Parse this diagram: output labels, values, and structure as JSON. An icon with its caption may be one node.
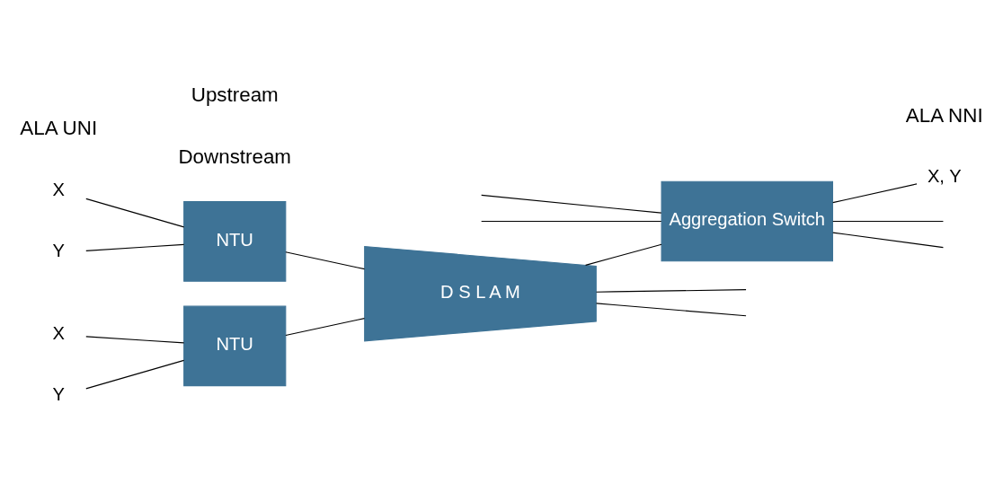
{
  "diagram": {
    "nodes": [
      {
        "text": [
          "X"
        ]
      },
      {
        "text": [
          "Y"
        ]
      },
      {
        "text": [
          "X"
        ]
      },
      {
        "text": [
          "Y"
        ]
      },
      {
        "text": [
          "NTU"
        ]
      },
      {
        "text": [
          "NTU"
        ]
      },
      {
        "text": [
          "D S L A M"
        ]
      },
      {
        "text": [
          "Aggregation Switch"
        ]
      },
      {
        "text": [
          "X, Y"
        ]
      }
    ],
    "edges": [
      {
        "from": 0,
        "to": 4,
        "arrow": "none"
      },
      {
        "from": 1,
        "to": 4,
        "arrow": "none"
      },
      {
        "from": 2,
        "to": 5,
        "arrow": "none"
      },
      {
        "from": 3,
        "to": 5,
        "arrow": "none"
      },
      {
        "from": 4,
        "to": 6,
        "arrow": "none"
      },
      {
        "from": 5,
        "to": 6,
        "arrow": "none"
      },
      {
        "from": 6,
        "to": null,
        "arrow": "none"
      },
      {
        "from": 6,
        "to": null,
        "arrow": "none"
      },
      {
        "from": 6,
        "to": 7,
        "arrow": "none"
      },
      {
        "from": null,
        "to": 7,
        "arrow": "none"
      },
      {
        "from": null,
        "to": 7,
        "arrow": "none"
      },
      {
        "from": 7,
        "to": null,
        "arrow": "none"
      },
      {
        "from": 7,
        "to": null,
        "arrow": "none"
      },
      {
        "from": 7,
        "to": 8,
        "arrow": "none"
      }
    ],
    "labels": [
      "ALA UNI",
      "ALA NNI",
      "Downstream",
      "Upstream"
    ]
  }
}
